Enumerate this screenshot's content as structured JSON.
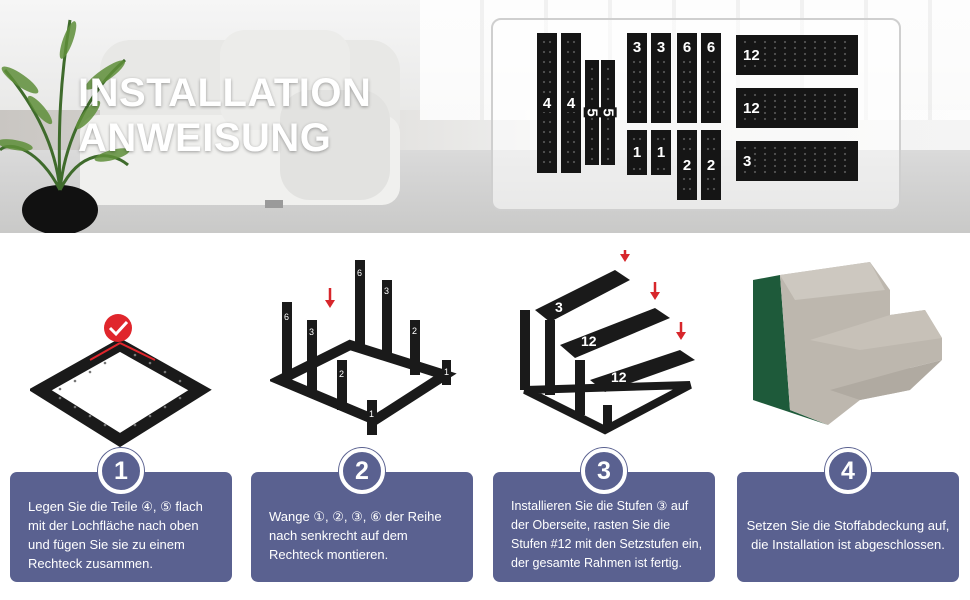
{
  "header": {
    "title_line1": "INSTALLATION",
    "title_line2": "ANWEISUNG"
  },
  "parts": {
    "labels": [
      "4",
      "4",
      "5",
      "5",
      "3",
      "3",
      "6",
      "6",
      "12",
      "12",
      "1",
      "1",
      "2",
      "2",
      "3"
    ]
  },
  "illustrations": {
    "step3_labels": [
      "3",
      "12",
      "12"
    ],
    "step2_labels": [
      "6",
      "3",
      "6",
      "3",
      "2",
      "2",
      "1",
      "1"
    ],
    "colors": {
      "frame": "#1a1a1a",
      "arrow": "#d7262b",
      "check": "#e0262c",
      "cover_top": "#bdb7ae",
      "cover_side": "#1e5a3a"
    }
  },
  "steps": [
    {
      "number": "1",
      "text": "Legen Sie die Teile ④, ⑤ flach mit der Lochfläche nach oben und fügen Sie sie zu einem Rechteck zusammen."
    },
    {
      "number": "2",
      "text": "Wange ①, ②, ③, ⑥ der Reihe nach senkrecht auf dem Rechteck montieren."
    },
    {
      "number": "3",
      "text": "Installieren Sie die Stufen ③ auf der Oberseite, rasten Sie die Stufen #12 mit den Setzstufen ein, der gesamte Rahmen ist fertig."
    },
    {
      "number": "4",
      "text": "Setzen Sie die Stoffabdeckung auf, die Installation ist abgeschlossen."
    }
  ],
  "theme": {
    "card_color": "#5a6190"
  }
}
